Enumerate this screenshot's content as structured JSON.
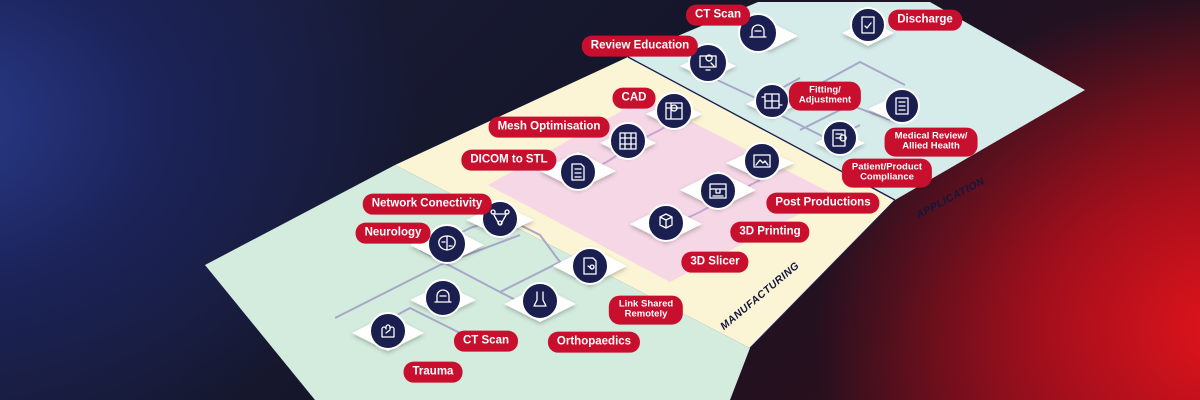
{
  "zones": {
    "manufacturing": "MANUFACTURING",
    "application": "APPLICATION"
  },
  "steps": {
    "ct_scan_top": "CT Scan",
    "discharge": "Discharge",
    "review_education": "Review Education",
    "cad": "CAD",
    "fitting_line1": "Fitting/",
    "fitting_line2": "Adjustment",
    "mesh_optimisation": "Mesh Optimisation",
    "medical_review_line1": "Medical Review/",
    "medical_review_line2": "Allied Health",
    "dicom_to_stl": "DICOM to STL",
    "patient_product_line1": "Patient/Product",
    "patient_product_line2": "Compliance",
    "post_productions": "Post Productions",
    "network_conectivity": "Network Conectivity",
    "neurology": "Neurology",
    "three_d_printing": "3D Printing",
    "three_d_slicer": "3D Slicer",
    "link_shared_line1": "Link Shared",
    "link_shared_line2": "Remotely",
    "ct_scan_bottom": "CT Scan",
    "orthopaedics": "Orthopaedics",
    "trauma": "Trauma"
  },
  "icons": [
    {
      "id": "ct-scan-top",
      "icon": "ct-scanner-icon"
    },
    {
      "id": "discharge",
      "icon": "clipboard-check-icon"
    },
    {
      "id": "review-education",
      "icon": "monitor-search-icon"
    },
    {
      "id": "cad",
      "icon": "cad-design-icon"
    },
    {
      "id": "fitting",
      "icon": "adjustment-device-icon"
    },
    {
      "id": "mesh",
      "icon": "mesh-grid-icon"
    },
    {
      "id": "medical-review",
      "icon": "checklist-icon"
    },
    {
      "id": "patient-compliance",
      "icon": "patient-record-icon"
    },
    {
      "id": "dicom",
      "icon": "document-icon"
    },
    {
      "id": "post-productions",
      "icon": "image-settings-icon"
    },
    {
      "id": "3d-printing",
      "icon": "3d-printer-icon"
    },
    {
      "id": "3d-slicer",
      "icon": "slicer-cube-icon"
    },
    {
      "id": "network",
      "icon": "network-nodes-icon"
    },
    {
      "id": "neurology",
      "icon": "brain-icon"
    },
    {
      "id": "link-shared",
      "icon": "shared-document-icon"
    },
    {
      "id": "ct-scan-bottom",
      "icon": "ct-scanner-icon"
    },
    {
      "id": "orthopaedics",
      "icon": "bone-joint-icon"
    },
    {
      "id": "trauma",
      "icon": "injured-hand-icon"
    }
  ],
  "colors": {
    "label_red": "#c8102e",
    "icon_navy": "#1b1f4f",
    "zone_mint": "#d3ecde",
    "zone_cream": "#fbf5d6",
    "zone_pink": "#f4d5e6",
    "zone_teal": "#d6ecea"
  }
}
